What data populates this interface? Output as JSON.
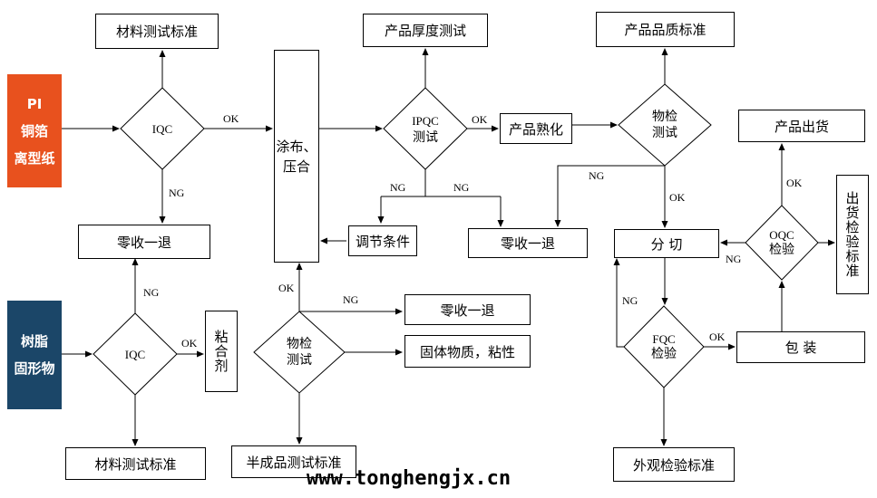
{
  "inputs": {
    "pi": [
      "PI",
      "铜箔",
      "离型纸"
    ],
    "resin": [
      "树脂",
      "固形物"
    ],
    "pi_color": "#e8511e",
    "resin_color": "#1b4668"
  },
  "boxes": {
    "material_std_top": "材料测试标准",
    "reject_left": "零收一退",
    "material_std_bottom": "材料测试标准",
    "adhesive": "粘合剂",
    "coating": "涂布、压合",
    "semi_std": "半成品测试标准",
    "reject_mid": "零收一退",
    "solid_viscosity": "固体物质，粘性",
    "thickness_test": "产品厚度测试",
    "adjust": "调节条件",
    "curing": "产品熟化",
    "quality_std": "产品品质标准",
    "reject_right": "零收一退",
    "slitting": "分  切",
    "shipping": "产品出货",
    "oqc_std": "出货检验标准",
    "packing": "包  装",
    "appearance_std": "外观检验标准"
  },
  "decisions": {
    "iqc_top": [
      "IQC"
    ],
    "iqc_bottom": [
      "IQC"
    ],
    "phys_mid": [
      "物检",
      "测试"
    ],
    "ipqc": [
      "IPQC",
      "测试"
    ],
    "phys_right": [
      "物检",
      "测试"
    ],
    "oqc": [
      "OQC",
      "检验"
    ],
    "fqc": [
      "FQC",
      "检验"
    ]
  },
  "edge_labels": {
    "ok_iqc_top": "OK",
    "ng_iqc_top": "NG",
    "ng_iqc_bottom": "NG",
    "ok_iqc_bottom": "OK",
    "ok_phys_mid": "OK",
    "ng_phys_mid": "NG",
    "ok_ipqc": "OK",
    "ng_ipqc_left": "NG",
    "ng_ipqc_right": "NG",
    "ng_phys_right": "NG",
    "ok_phys_right": "OK",
    "ok_oqc": "OK",
    "ng_oqc": "NG",
    "ok_fqc": "OK",
    "ng_fqc": "NG"
  },
  "footer": "www.tonghengjx.cn"
}
